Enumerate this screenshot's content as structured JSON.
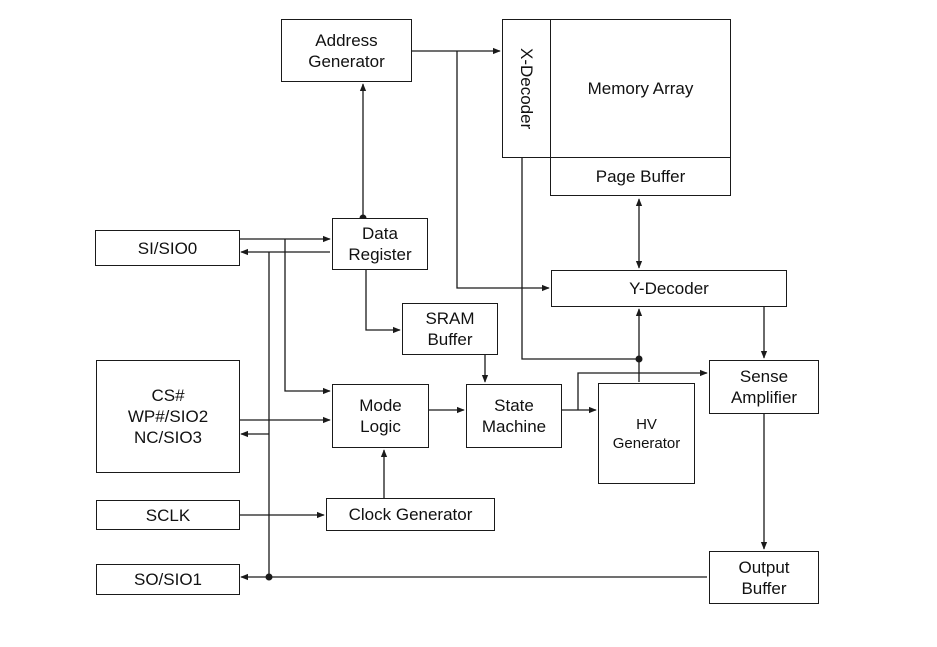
{
  "blocks": {
    "address_generator": "Address\nGenerator",
    "x_decoder": "X-Decoder",
    "memory_array": "Memory Array",
    "page_buffer": "Page Buffer",
    "si_sio0": "SI/SIO0",
    "data_register": "Data\nRegister",
    "y_decoder": "Y-Decoder",
    "sram_buffer": "SRAM\nBuffer",
    "cs_wp_nc": "CS#\nWP#/SIO2\nNC/SIO3",
    "mode_logic": "Mode\nLogic",
    "state_machine": "State\nMachine",
    "hv_generator": "HV\nGenerator",
    "sense_amplifier": "Sense\nAmplifier",
    "sclk": "SCLK",
    "clock_generator": "Clock Generator",
    "so_sio1": "SO/SIO1",
    "output_buffer": "Output\nBuffer"
  }
}
